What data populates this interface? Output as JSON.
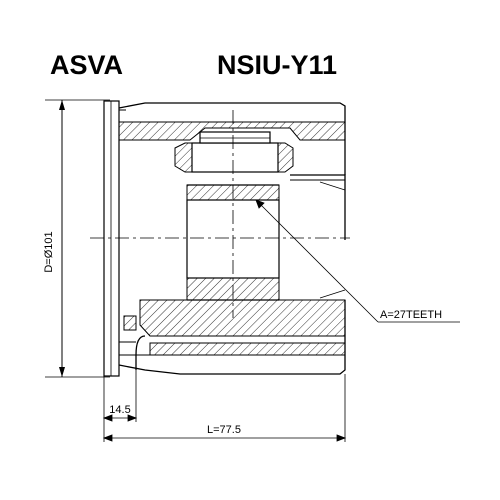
{
  "header": {
    "brand": "ASVA",
    "part_number": "NSIU-Y11"
  },
  "dimensions": {
    "diameter": "D=Ø101",
    "flange_width": "14.5",
    "length": "L=77.5",
    "teeth": "A=27TEETH"
  }
}
